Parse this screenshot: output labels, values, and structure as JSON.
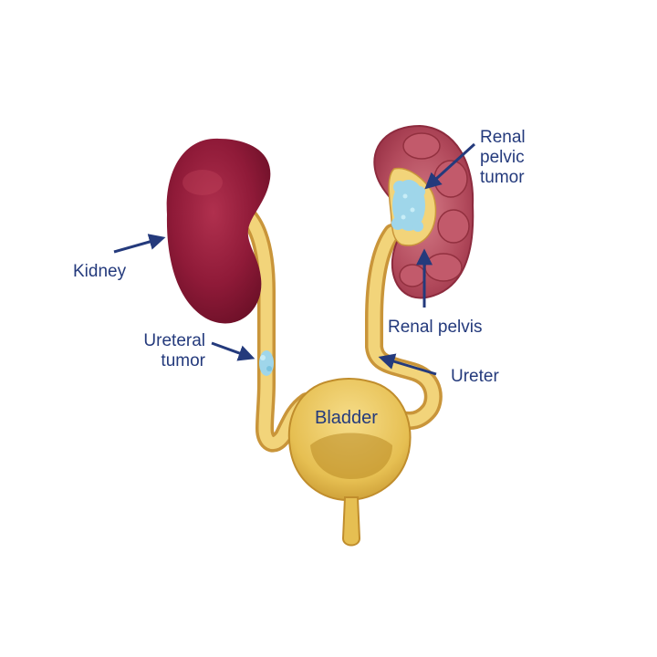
{
  "labels": {
    "kidney": "Kidney",
    "ureteral_tumor_line1": "Ureteral",
    "ureteral_tumor_line2": "tumor",
    "renal_pelvic_tumor_line1": "Renal",
    "renal_pelvic_tumor_line2": "pelvic",
    "renal_pelvic_tumor_line3": "tumor",
    "renal_pelvis": "Renal pelvis",
    "ureter": "Ureter",
    "bladder": "Bladder"
  },
  "colors": {
    "label_text": "#243a7c",
    "arrow": "#243a7c",
    "kidney_outer": "#8f1a38",
    "kidney_cut": "#b24a5c",
    "ureter_fill": "#f1cf6c",
    "bladder_fill": "#e9c355",
    "tumor": "#9fd6ea"
  }
}
